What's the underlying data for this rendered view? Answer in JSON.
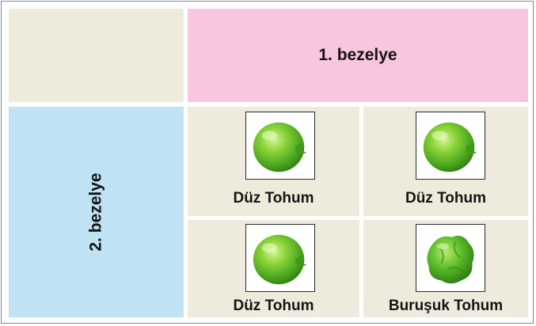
{
  "header": {
    "parent1_label": "1. bezelye",
    "parent2_label": "2. bezelye"
  },
  "grid": {
    "cells": [
      {
        "label": "Düz Tohum",
        "seed_icon": "round-pea-icon"
      },
      {
        "label": "Düz Tohum",
        "seed_icon": "round-pea-icon"
      },
      {
        "label": "Düz Tohum",
        "seed_icon": "round-pea-icon"
      },
      {
        "label": "Buruşuk Tohum",
        "seed_icon": "wrinkled-pea-icon"
      }
    ]
  },
  "colors": {
    "parent1_header": "#f8c6de",
    "parent2_header": "#bfe2f4",
    "cell_background": "#efebdc",
    "pea_green": "#5bbd2b"
  }
}
